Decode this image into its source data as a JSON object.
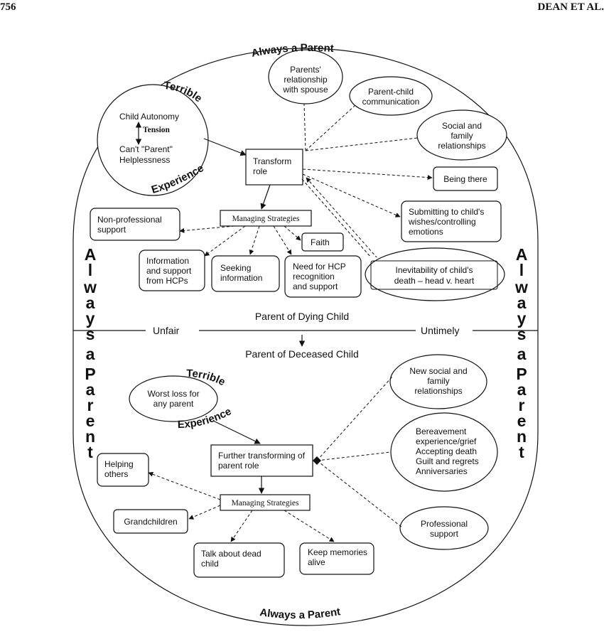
{
  "header": {
    "page_number": "756",
    "running_title": "DEAN ET AL."
  },
  "labels": {
    "always_top": "Always a Parent",
    "always_bottom": "Always a Parent",
    "always_left": "Always a Parent",
    "always_right": "Always a Parent",
    "terrible_1": "Terrible",
    "experience_1": "Experience",
    "terrible_2": "Terrible",
    "experience_2": "Experience",
    "tension": "Tension",
    "unfair": "Unfair",
    "untimely": "Untimely",
    "parent_dying": "Parent of Dying Child",
    "parent_deceased": "Parent of Deceased Child"
  },
  "nodes": {
    "autonomy": "Child Autonomy",
    "cant_parent": "Can't \"Parent\"",
    "helplessness": "Helplessness",
    "relationship_spouse": [
      "Parents'",
      "relationship",
      "with spouse"
    ],
    "parent_child_comm": [
      "Parent-child",
      "communication"
    ],
    "social_family": [
      "Social and",
      "family",
      "relationships"
    ],
    "transform_role": [
      "Transform",
      "role"
    ],
    "being_there": "Being there",
    "submitting": [
      "Submitting to child's",
      "wishes/controlling",
      "emotions"
    ],
    "managing_1": "Managing Strategies",
    "non_professional": [
      "Non-professional",
      "support"
    ],
    "faith": "Faith",
    "info_support_hcp": [
      "Information",
      "and support",
      "from HCPs"
    ],
    "seeking_info": [
      "Seeking",
      "information"
    ],
    "need_hcp": [
      "Need for HCP",
      "recognition",
      "and support"
    ],
    "inevitability": [
      "Inevitability of child's",
      "death – head v. heart"
    ],
    "worst_loss": [
      "Worst loss for",
      "any parent"
    ],
    "new_social": [
      "New social and",
      "family",
      "relationships"
    ],
    "further_transform": [
      "Further transforming of",
      "parent role"
    ],
    "bereavement": [
      "Bereavement",
      "experience/grief",
      "Accepting death",
      "Guilt and regrets",
      "Anniversaries"
    ],
    "helping_others": [
      "Helping",
      "others"
    ],
    "managing_2": "Managing Strategies",
    "grandchildren": "Grandchildren",
    "professional_support": [
      "Professional",
      "support"
    ],
    "talk_dead_child": [
      "Talk about dead",
      "child"
    ],
    "keep_memories": [
      "Keep memories",
      "alive"
    ]
  }
}
